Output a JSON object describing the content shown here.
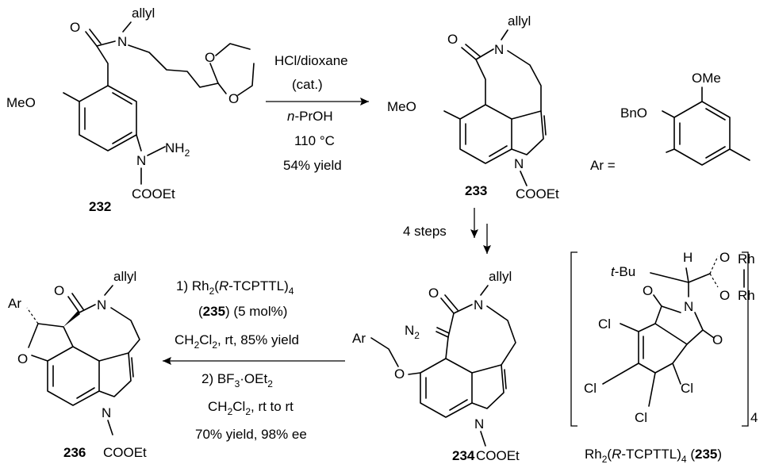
{
  "compounds": {
    "c232": {
      "number": "232",
      "methoxy": "MeO",
      "allyl": "allyl",
      "nitrogen": "N",
      "nh2": "NH",
      "nh2_sub": "2",
      "ester": "COOEt",
      "acetal_oxygen": "O",
      "carbonyl_oxygen": "O"
    },
    "c233": {
      "number": "233",
      "methoxy": "MeO",
      "allyl": "allyl",
      "nitrogen": "N",
      "ester": "COOEt",
      "carbonyl_oxygen": "O"
    },
    "c234": {
      "number": "234",
      "aryl": "Ar",
      "allyl": "allyl",
      "nitrogen": "N",
      "diazo": "N",
      "diazo_sub": "2",
      "ester": "COOEt",
      "oxygen": "O"
    },
    "c236": {
      "number": "236",
      "aryl": "Ar",
      "allyl": "allyl",
      "nitrogen": "N",
      "ester": "COOEt",
      "oxygen": "O"
    }
  },
  "ar_definition": {
    "label": "Ar =",
    "benzyloxy": "BnO",
    "methoxy": "OMe"
  },
  "catalyst": {
    "tbu_prefix": "t",
    "tbu_suffix": "-Bu",
    "h": "H",
    "o": "O",
    "n": "N",
    "rh": "Rh",
    "cl": "Cl",
    "subscript": "4",
    "name_prefix": "Rh",
    "name_sub": "2",
    "name_open": "(",
    "name_r": "R",
    "name_rest": "-TCPTTL)",
    "name_sub2": "4",
    "name_number_open": " (",
    "name_number": "235",
    "name_number_close": ")"
  },
  "step1": {
    "reagent": "HCl/dioxane",
    "catalytic": "(cat.)",
    "solvent_prefix": "n",
    "solvent_rest": "-PrOH",
    "temperature": "110 °C",
    "yield": "54% yield"
  },
  "step2": {
    "label": "4 steps"
  },
  "step3": {
    "line1_a": "1) Rh",
    "line1_sub": "2",
    "line1_b": "(",
    "line1_r": "R",
    "line1_c": "-TCPTTL)",
    "line1_sub2": "4",
    "line2_open": "(",
    "line2_num": "235",
    "line2_rest": ") (5 mol%)",
    "line3_a": "CH",
    "line3_sub1": "2",
    "line3_b": "Cl",
    "line3_sub2": "2",
    "line3_c": ", rt, 85% yield",
    "line4_a": "2) BF",
    "line4_sub": "3",
    "line4_b": "·OEt",
    "line4_sub2": "2",
    "line5_a": "CH",
    "line5_sub1": "2",
    "line5_b": "Cl",
    "line5_sub2": "2",
    "line5_c": ", rt to rt",
    "line6": "70% yield, 98% ee"
  }
}
